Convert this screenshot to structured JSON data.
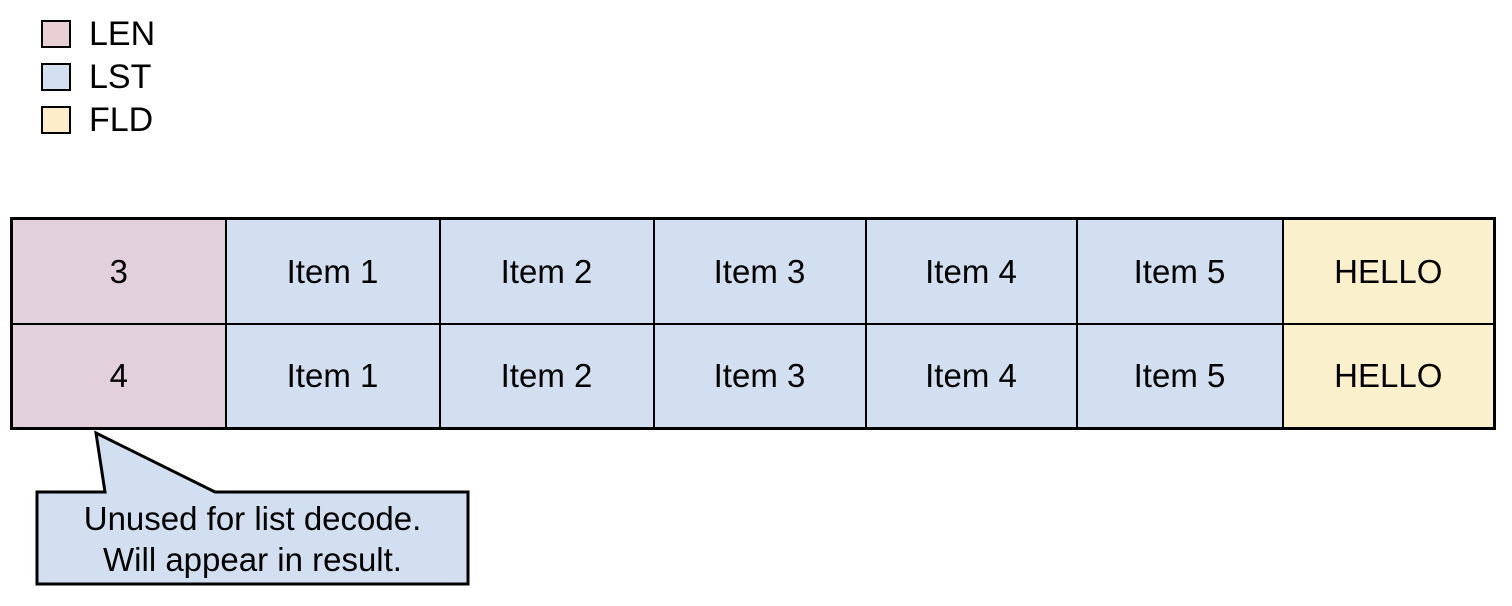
{
  "legend": {
    "items": [
      {
        "label": "LEN",
        "color": "#e8d0d4",
        "icon": "legend-swatch-icon"
      },
      {
        "label": "LST",
        "color": "#d2e0f0",
        "icon": "legend-swatch-icon"
      },
      {
        "label": "FLD",
        "color": "#fbeec8",
        "icon": "legend-swatch-icon"
      }
    ]
  },
  "table": {
    "columns": [
      {
        "key": "len",
        "type": "LEN"
      },
      {
        "key": "lst1",
        "type": "LST"
      },
      {
        "key": "lst2",
        "type": "LST"
      },
      {
        "key": "lst3",
        "type": "LST"
      },
      {
        "key": "lst4",
        "type": "LST"
      },
      {
        "key": "lst5",
        "type": "LST"
      },
      {
        "key": "fld",
        "type": "FLD"
      }
    ],
    "rows": [
      {
        "len": "3",
        "lst1": "Item 1",
        "lst2": "Item 2",
        "lst3": "Item 3",
        "lst4": "Item 4",
        "lst5": "Item 5",
        "fld": "HELLO"
      },
      {
        "len": "4",
        "lst1": "Item 1",
        "lst2": "Item 2",
        "lst3": "Item 3",
        "lst4": "Item 4",
        "lst5": "Item 5",
        "fld": "HELLO"
      }
    ]
  },
  "callout": {
    "line1": "Unused for list decode.",
    "line2": "Will appear in result.",
    "fill": "#d2dff0",
    "stroke": "#000000"
  },
  "colors": {
    "len_fill": "#e3d0dd",
    "lst_fill": "#d2dff0",
    "fld_fill": "#fbf0cc",
    "stroke": "#000000",
    "background": "#ffffff"
  }
}
